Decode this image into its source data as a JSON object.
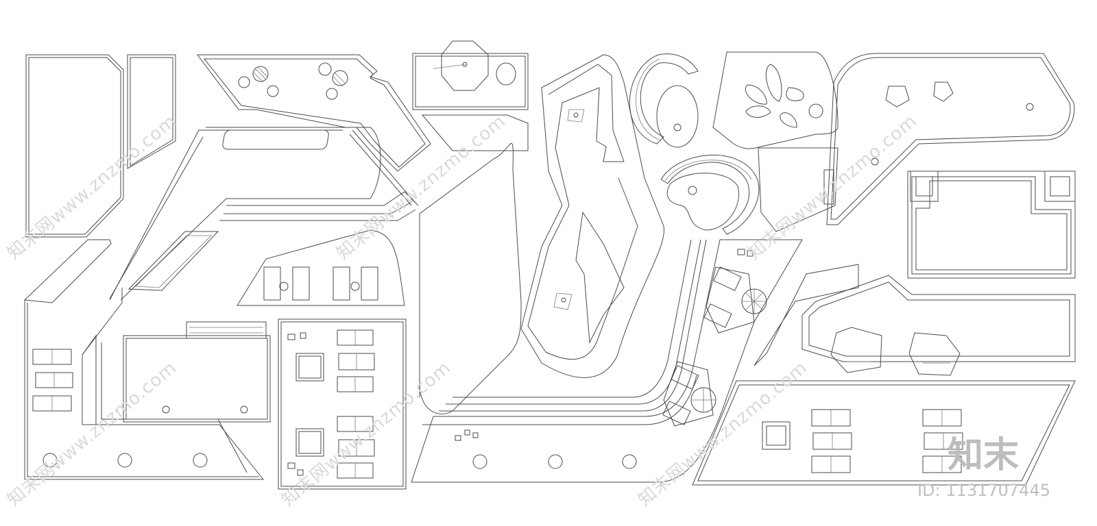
{
  "watermarks": {
    "site_text": "知末网www.znzmo.com",
    "brand_mark": "知末",
    "id_text": "ID: 1131707445"
  },
  "colors": {
    "line": "#4a4a4a",
    "watermark": "#d9d9d9",
    "background": "#ffffff"
  }
}
